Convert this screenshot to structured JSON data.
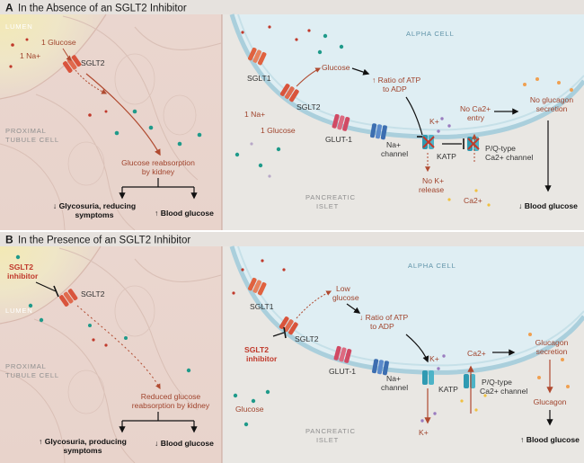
{
  "panel_a": {
    "letter": "A",
    "title": "In the Absence of an SGLT2 Inhibitor",
    "kidney": {
      "lumen": "LUMEN",
      "proximal_line1": "PROXIMAL",
      "proximal_line2": "TUBULE CELL",
      "one_glucose": "1 Glucose",
      "one_na": "1 Na+",
      "sglt2": "SGLT2",
      "reabsorption_line1": "Glucose reabsorption",
      "reabsorption_line2": "by kidney",
      "outcome_left_line1": "↓ Glycosuria, reducing",
      "outcome_left_line2": "symptoms",
      "outcome_right": "↑ Blood glucose"
    },
    "alpha": {
      "cell_label": "ALPHA CELL",
      "islet_line1": "PANCREATIC",
      "islet_line2": "ISLET",
      "sglt1": "SGLT1",
      "sglt2": "SGLT2",
      "one_na": "1 Na+",
      "one_glucose": "1 Glucose",
      "glucose": "Glucose",
      "atp_line1": "↑ Ratio of ATP",
      "atp_line2": "to ADP",
      "glut1": "GLUT-1",
      "na_channel_line1": "Na+",
      "na_channel_line2": "channel",
      "k_plus": "K+",
      "katp": "KATP",
      "no_k_line1": "No K+",
      "no_k_line2": "release",
      "pq_line1": "P/Q-type",
      "pq_line2": "Ca2+ channel",
      "no_ca_line1": "No Ca2+",
      "no_ca_line2": "entry",
      "ca2": "Ca2+",
      "no_glucagon_line1": "No glucagon",
      "no_glucagon_line2": "secretion",
      "outcome": "↓ Blood glucose"
    }
  },
  "panel_b": {
    "letter": "B",
    "title": "In the Presence of an SGLT2 Inhibitor",
    "kidney": {
      "lumen": "LUMEN",
      "proximal_line1": "PROXIMAL",
      "proximal_line2": "TUBULE CELL",
      "inhibitor_line1": "SGLT2",
      "inhibitor_line2": "inhibitor",
      "sglt2": "SGLT2",
      "reduced_line1": "Reduced glucose",
      "reduced_line2": "reabsorption by kidney",
      "outcome_left_line1": "↑ Glycosuria, producing",
      "outcome_left_line2": "symptoms",
      "outcome_right": "↓ Blood glucose"
    },
    "alpha": {
      "cell_label": "ALPHA CELL",
      "islet_line1": "PANCREATIC",
      "islet_line2": "ISLET",
      "sglt1": "SGLT1",
      "sglt2": "SGLT2",
      "inhibitor_line1": "SGLT2",
      "inhibitor_line2": "inhibitor",
      "low_glucose_line1": "Low",
      "low_glucose_line2": "glucose",
      "atp_line1": "↓ Ratio of ATP",
      "atp_line2": "to ADP",
      "glut1": "GLUT-1",
      "na_channel_line1": "Na+",
      "na_channel_line2": "channel",
      "k_plus": "K+",
      "katp": "KATP",
      "k_plus_out": "K+",
      "pq_line1": "P/Q-type",
      "pq_line2": "Ca2+ channel",
      "ca2": "Ca2+",
      "secretion_line1": "Glucagon",
      "secretion_line2": "secretion",
      "glucagon": "Glucagon",
      "glucose": "Glucose",
      "outcome": "↑ Blood glucose"
    }
  }
}
